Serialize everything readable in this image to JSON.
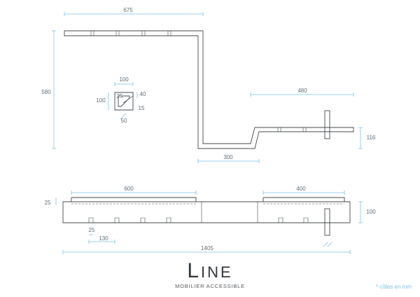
{
  "top_view": {
    "dims": {
      "width_top": "675",
      "height_left": "580",
      "section_width": "100",
      "section_height": "100",
      "section_inner": "25",
      "section_side": "40",
      "section_thickness": "15",
      "section_bottom": "50",
      "right_length": "480",
      "right_height": "116",
      "bend_length": "300"
    }
  },
  "front_view": {
    "dims": {
      "left_top": "600",
      "right_top": "400",
      "top_thickness": "25",
      "height": "100",
      "slot": "25",
      "spacing": "130",
      "total": "1405"
    }
  },
  "brand": {
    "logo_initial": "L",
    "logo_rest": "INE",
    "tagline": "MOBILIER ACCESSIBLE"
  },
  "note": "* côtes en mm",
  "colors": {
    "dimension": "#7fc1e6",
    "outline": "#44494d"
  }
}
